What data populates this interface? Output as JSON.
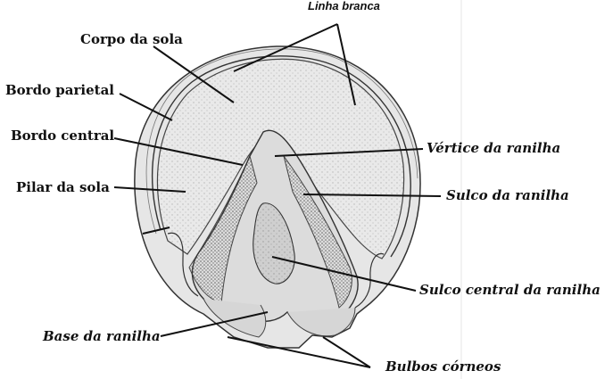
{
  "labels": {
    "linha_branca": "Linha branca",
    "corpo_da_sola": "Corpo da sola",
    "bordo_parietal": "Bordo parietal",
    "bordo_central": "Bordo central",
    "pilar_da_sola": "Pilar da sola",
    "vertice_da_ranilha": "Vértice da ranilha",
    "sulco_da_ranilha": "Sulco da ranilha",
    "sulco_central_da_ranilha": "Sulco central da ranilha",
    "base_da_ranilha": "Base da ranilha",
    "bulbos_corneos": "Bulbos córneos"
  }
}
